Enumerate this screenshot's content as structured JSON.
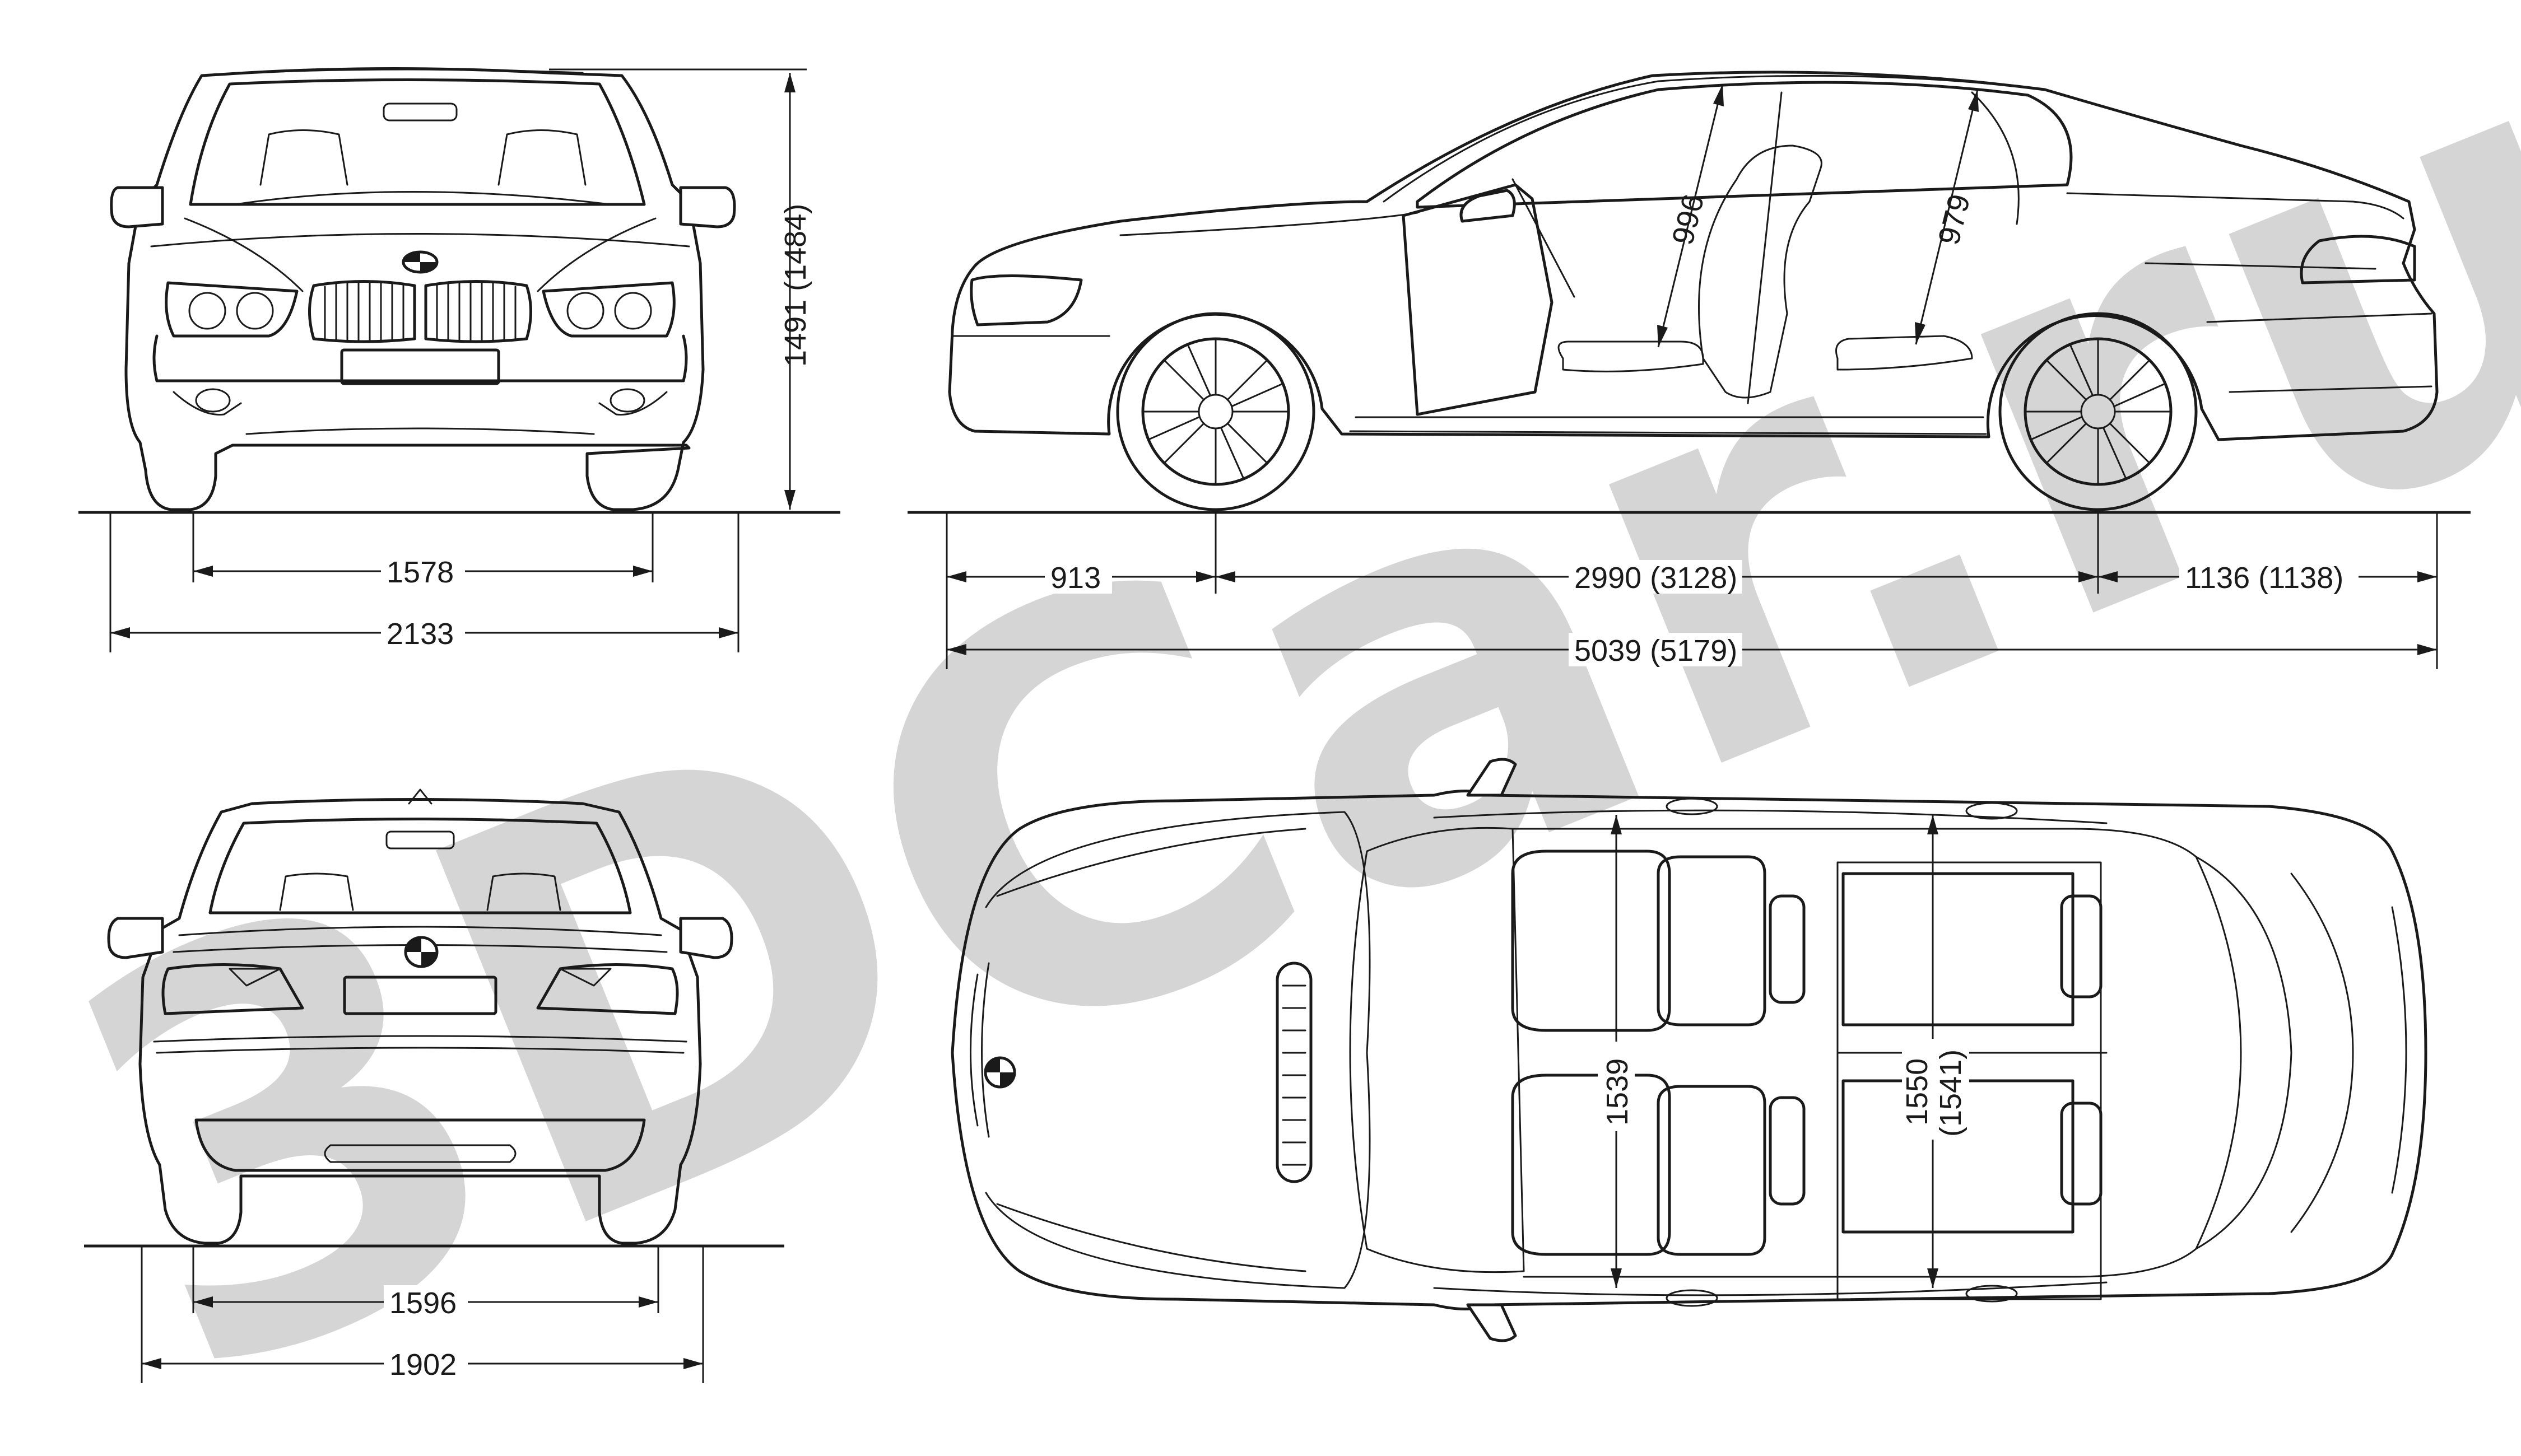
{
  "watermark": {
    "text": "3DCar.ru",
    "color": "#d3d3d3"
  },
  "views": {
    "front": {
      "track_width": "1578",
      "overall_width": "2133",
      "height": "1491 (1484)"
    },
    "side": {
      "front_overhang": "913",
      "wheelbase": "2990 (3128)",
      "rear_overhang": "1136 (1138)",
      "overall_length": "5039 (5179)",
      "front_headroom": "996",
      "rear_headroom": "979"
    },
    "rear": {
      "track_width": "1596",
      "body_width": "1902"
    },
    "top": {
      "front_interior_width": "1539",
      "rear_interior_width": "1550",
      "rear_interior_width_alt": "(1541)"
    }
  },
  "icons": {
    "front_badge": "bmw-roundel-icon",
    "rear_badge": "bmw-roundel-icon",
    "hood_badge": "bmw-roundel-icon"
  },
  "colors": {
    "line": "#1a1a1a",
    "background": "#ffffff",
    "watermark": "#d3d3d3"
  }
}
